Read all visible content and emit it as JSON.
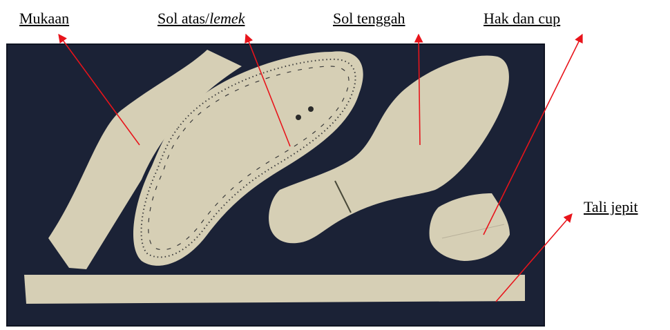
{
  "labels": {
    "mukaan": "Mukaan",
    "sol_atas_prefix": "Sol atas/",
    "sol_atas_italic": "lemek",
    "sol_tenggah": "Sol tenggah",
    "hak_dan_cup": "Hak dan cup",
    "tali_jepit": "Tali jepit"
  },
  "colors": {
    "board": "#1b2236",
    "paper": "#d6cfb5",
    "arrow": "#e8141b"
  }
}
